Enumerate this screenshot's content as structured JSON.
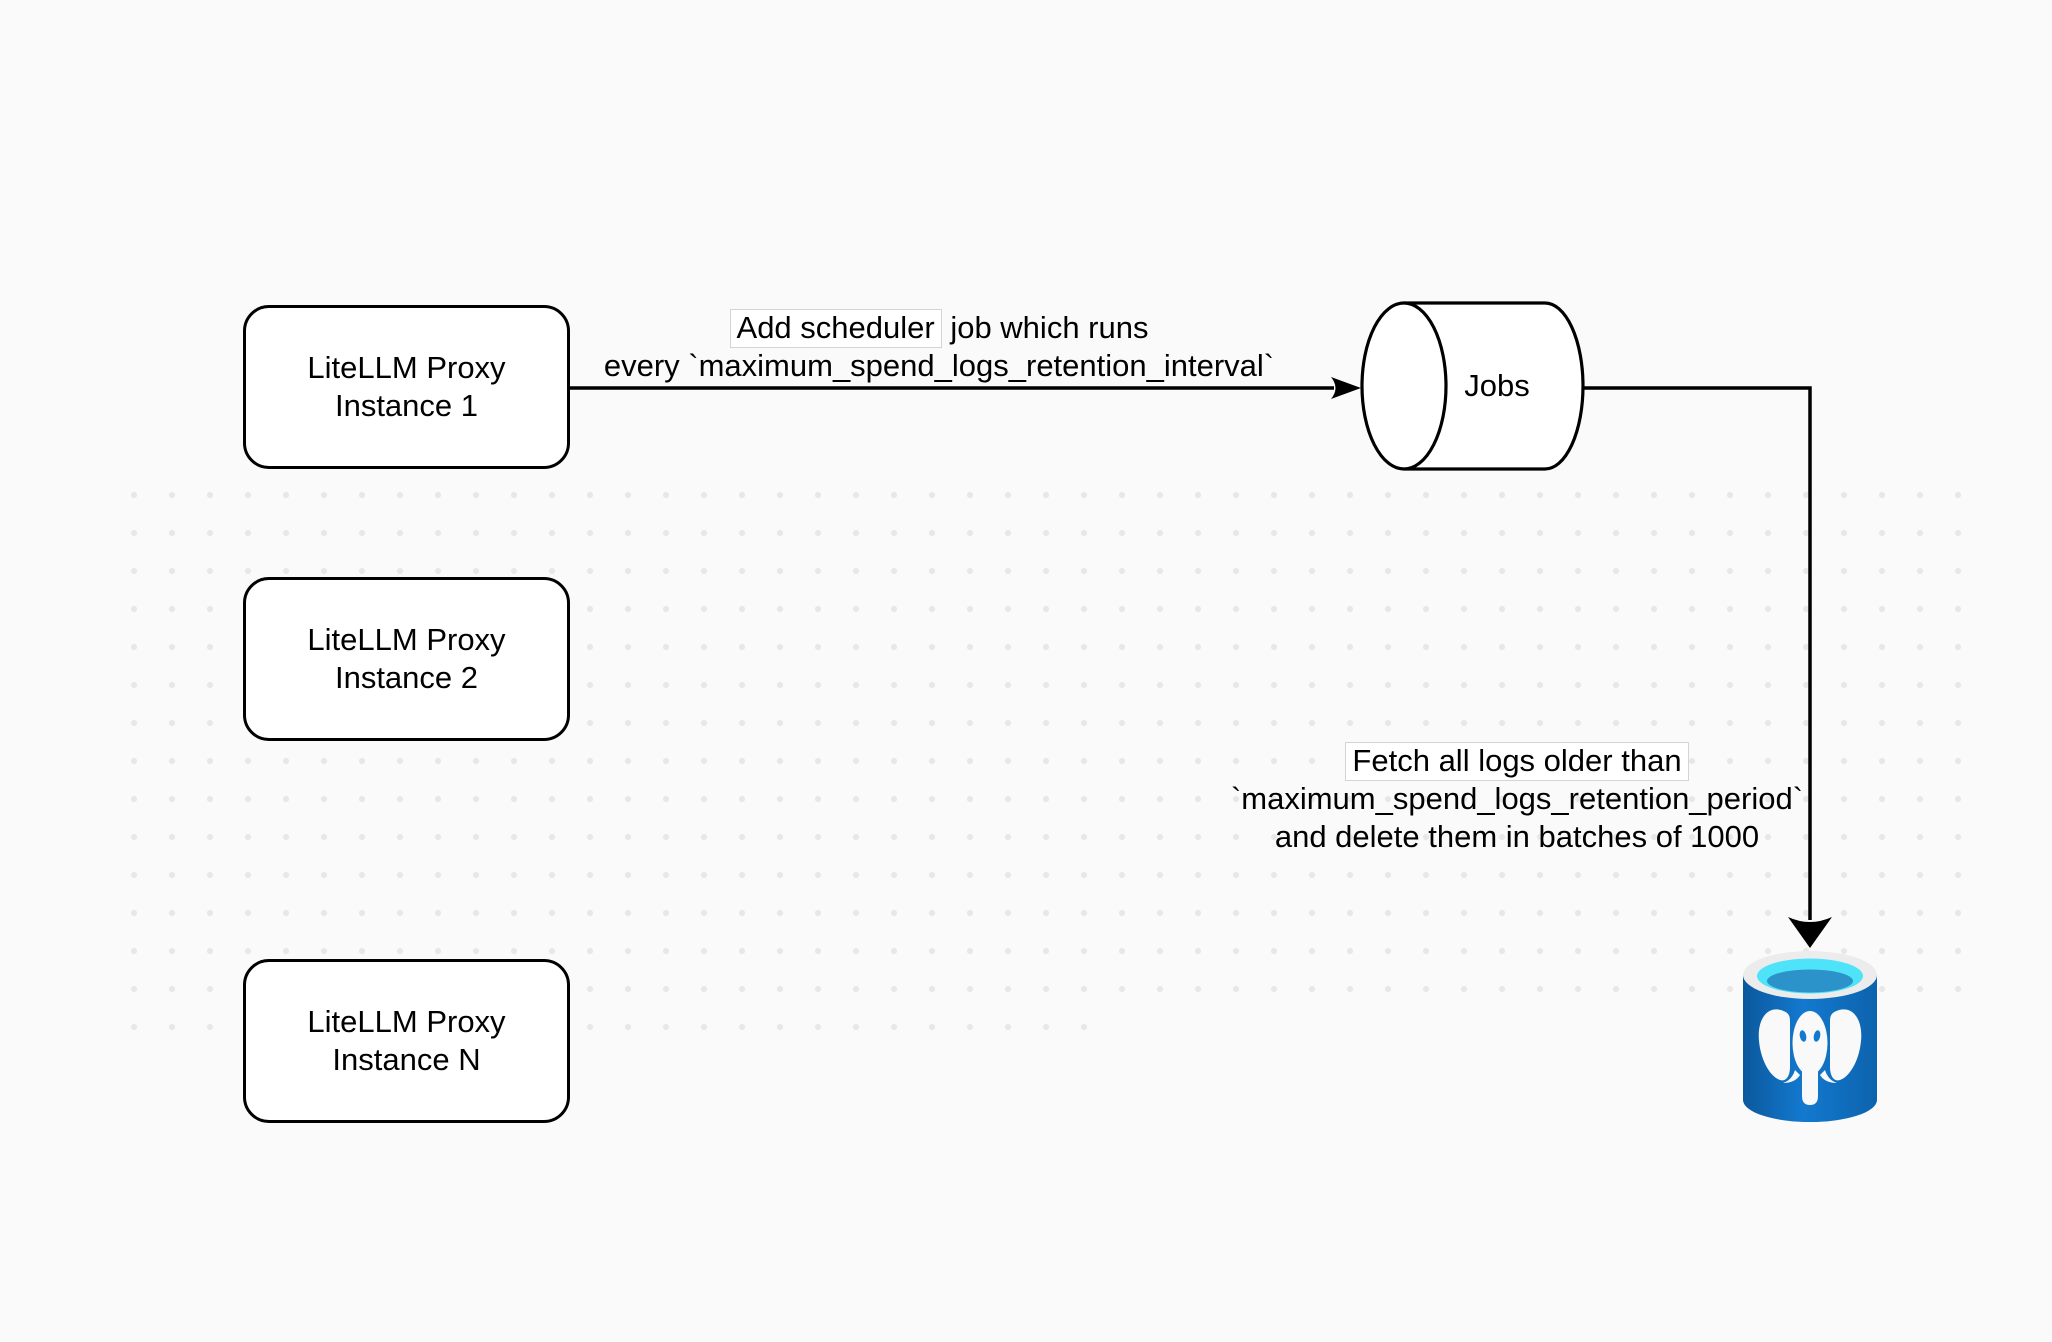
{
  "nodes": {
    "instance1": {
      "line1": "LiteLLM Proxy",
      "line2": "Instance 1"
    },
    "instance2": {
      "line1": "LiteLLM Proxy",
      "line2": "Instance 2"
    },
    "instanceN": {
      "line1": "LiteLLM Proxy",
      "line2": "Instance N"
    },
    "jobs": {
      "label": "Jobs"
    }
  },
  "edges": {
    "scheduler": {
      "line1_highlighted": "Add scheduler",
      "line1_rest": " job which runs",
      "line2": "every `maximum_spend_logs_retention_interval`"
    },
    "fetch": {
      "line1": "Fetch all logs older than",
      "line2": "`maximum_spend_logs_retention_period`",
      "line3": "and delete them in batches of 1000"
    }
  },
  "icons": {
    "postgres": "postgresql-database-icon"
  },
  "colors": {
    "background": "#fafafa",
    "dot": "#e7e7e7",
    "stroke": "#000000",
    "node_fill": "#ffffff",
    "label_bg": "#ffffff",
    "label_border": "#d4d4d4",
    "pg_body_dark": "#0b589c",
    "pg_body": "#1379cf",
    "pg_body_edge": "#0d63ad",
    "pg_rim": "#ececec",
    "pg_cyan": "#4fe3fa",
    "pg_teal": "#2b93c9",
    "pg_elephant": "#f9f9f9"
  }
}
